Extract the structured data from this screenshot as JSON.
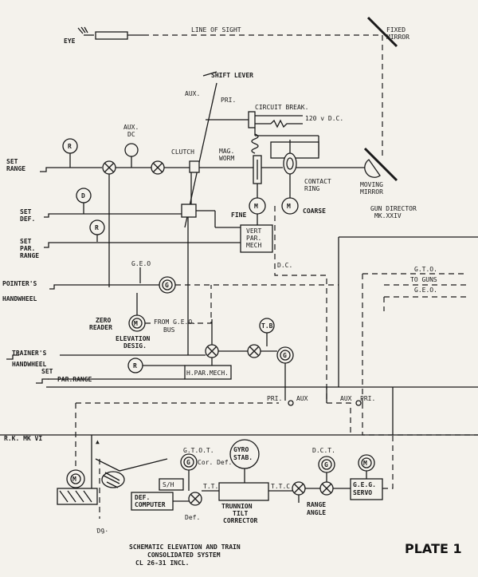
{
  "labels": {
    "eye": "EYE",
    "line_of_sight": "LINE OF SIGHT",
    "fixed_mirror": [
      "FIXED",
      "MIRROR"
    ],
    "shift_lever": "SHIFT LEVER",
    "aux": "AUX.",
    "pri": "PRI.",
    "circuit_break": "CIRCUIT BREAK.",
    "dc_120": "120 v D.C.",
    "aux_dc": [
      "AUX.",
      "DC"
    ],
    "clutch": "CLUTCH",
    "mag_worm": [
      "MAG.",
      "WORM"
    ],
    "contact_ring": [
      "CONTACT",
      "RING"
    ],
    "moving_mirror": [
      "MOVING",
      "MIRROR"
    ],
    "set_range": [
      "SET",
      "RANGE"
    ],
    "set_def": [
      "SET",
      "DEF."
    ],
    "set_par_range": [
      "SET",
      "PAR.",
      "RANGE"
    ],
    "fine": "FINE",
    "coarse": "COARSE",
    "gun_director": [
      "GUN DIRECTOR",
      "MK.XXIV"
    ],
    "vert_par_mech": [
      "VERT",
      "PAR.",
      "MECH"
    ],
    "dc": "D.C.",
    "geo": "G.E.O",
    "gto_guns_geo": [
      "G.T.O.",
      "TO GUNS",
      "G.E.O."
    ],
    "pointers_handwheel": [
      "POINTER'S",
      "HANDWHEEL"
    ],
    "zero_reader": [
      "ZERO",
      "READER"
    ],
    "from_geo_bus": [
      "FROM G.E.O.",
      "BUS"
    ],
    "elevation_desig": [
      "ELEVATION",
      "DESIG."
    ],
    "tb": "T.B",
    "trainers_handwheel": [
      "TRAINER'S",
      "HANDWHEEL"
    ],
    "set_par_range_2": [
      "SET",
      "PAR.RANGE"
    ],
    "h_par_mech": "H.PAR.MECH.",
    "pri_aux_left": "PRI.",
    "aux_left": "AUX",
    "aux_right": "AUX",
    "pri_right": "PRI.",
    "rk_mk_vi": "R.K. MK VI",
    "gtot": "G.T.O.T.",
    "cor_def": "Cor. Def.",
    "sh": "S/H",
    "def_computer": [
      "DEF.",
      "COMPUTER"
    ],
    "ttc": "T.T.C",
    "def": "Def.",
    "gyro_stab": [
      "GYRO",
      "STAB."
    ],
    "trunnion": [
      "TRUNNION",
      "TILT",
      "CORRECTOR"
    ],
    "ttc2": "T.T.C",
    "dct": "D.C.T.",
    "range_angle": [
      "RANGE",
      "ANGLE"
    ],
    "geg_servo": [
      "G.E.G.",
      "SERVO"
    ],
    "dg": "Dg.",
    "caption": [
      "SCHEMATIC ELEVATION AND TRAIN",
      "CONSOLIDATED SYSTEM",
      "CL 26-31     INCL."
    ],
    "plate": "PLATE 1"
  },
  "dial_letters": {
    "r": "R",
    "d": "D",
    "g": "G",
    "m": "M"
  }
}
